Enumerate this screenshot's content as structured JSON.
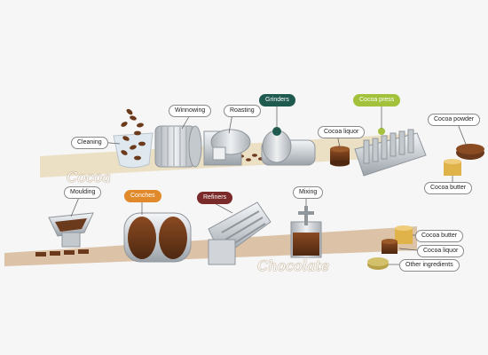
{
  "diagram": {
    "sections": {
      "cocoa": "Cocoa",
      "chocolate": "Chocolate"
    },
    "labels": {
      "cleaning": "Cleaning",
      "winnowing": "Winnowing",
      "roasting": "Roasting",
      "grinders": "Grinders",
      "cocoa_liquor_top": "Cocoa liquor",
      "cocoa_press": "Cocoa press",
      "cocoa_powder": "Cocoa powder",
      "cocoa_butter_top": "Cocoa butter",
      "moulding": "Moulding",
      "conches": "Conches",
      "refiners": "Refiners",
      "mixing": "Mixing",
      "cocoa_butter_bottom": "Cocoa butter",
      "cocoa_liquor_bottom": "Cocoa liquor",
      "other_ingredients": "Other ingredients"
    },
    "colors": {
      "grinders_tag": "#1f5a4e",
      "cocoa_press_tag": "#a3c13b",
      "conches_tag": "#e08a2c",
      "refiners_tag": "#7b2a2a",
      "cocoa_belt": "#ece0c4",
      "chocolate_belt": "#dcc2a6",
      "machine": "#d9dde1",
      "chocolate": "#6b3a1c"
    }
  }
}
